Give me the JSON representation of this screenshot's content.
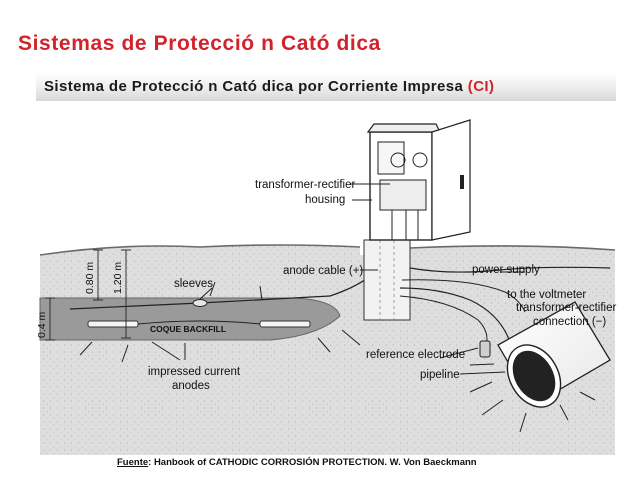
{
  "header": {
    "title": "Sistemas de Protecció n Cató dica",
    "subtitle": "Sistema de Protecció n Cató dica por Corriente Impresa",
    "subtitle_highlight": "(CI)"
  },
  "diagram": {
    "labels": {
      "transformer": "transformer-rectifier",
      "housing": "housing",
      "anode_cable": "anode cable (+)",
      "power_supply": "power supply",
      "sleeves": "sleeves",
      "voltmeter": "to the voltmeter",
      "tr_connection_1": "transformer-rectifier",
      "tr_connection_2": "connection (−)",
      "coque": "COQUE BACKFILL",
      "reference": "reference electrode",
      "pipeline": "pipeline",
      "anodes_1": "impressed current",
      "anodes_2": "anodes",
      "dim_080": "0.80 m",
      "dim_120": "1.20 m",
      "dim_04": "0.4 m"
    }
  },
  "footer": {
    "source_label": "Fuente",
    "source_text": ": Hanbook of CATHODIC CORROSIÓN PROTECTION. W. Von Baeckmann"
  },
  "colors": {
    "accent": "#d2232a",
    "soil": "#dcdcdc",
    "backfill": "#9a9a9a"
  }
}
